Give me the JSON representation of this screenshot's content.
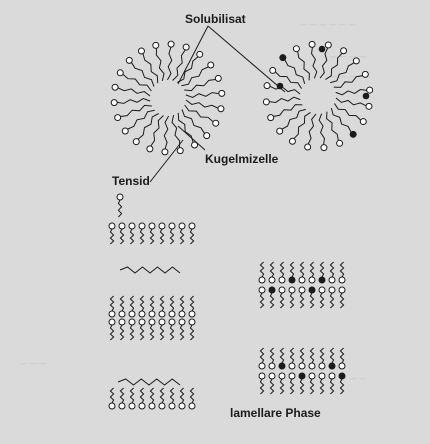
{
  "labels": {
    "solubilisat": "Solubilisat",
    "kugelmizelle": "Kugelmizelle",
    "tensid": "Tensid",
    "lamellare_phase": "lamellare Phase"
  },
  "colors": {
    "background": "#d9dad9",
    "ink": "#1b1b1b",
    "surfactant_head_empty": "#ffffff",
    "surfactant_head_filled": "#1b1b1b"
  },
  "icons": {
    "surfactant": "surfactant-molecule-icon",
    "solubilizate": "solubilizate-dot-icon"
  }
}
